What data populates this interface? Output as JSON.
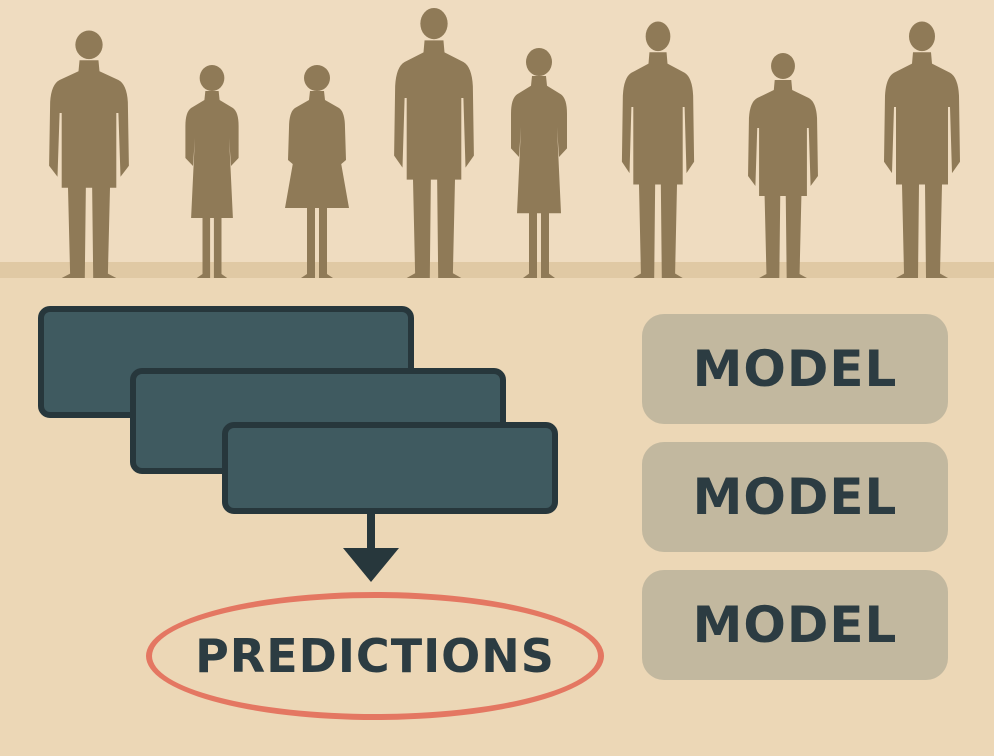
{
  "diagram": {
    "figures": [
      {
        "name": "man",
        "icon": "person-silhouette-icon"
      },
      {
        "name": "woman",
        "icon": "person-silhouette-icon"
      },
      {
        "name": "woman-dress",
        "icon": "person-silhouette-icon"
      },
      {
        "name": "tall-man",
        "icon": "person-silhouette-icon"
      },
      {
        "name": "woman",
        "icon": "person-silhouette-icon"
      },
      {
        "name": "man",
        "icon": "person-silhouette-icon"
      },
      {
        "name": "man",
        "icon": "person-silhouette-icon"
      },
      {
        "name": "man",
        "icon": "person-silhouette-icon"
      }
    ],
    "data_stack_count": 3,
    "output_label": "PREDICTIONS",
    "models": [
      {
        "label": "MODEL"
      },
      {
        "label": "MODEL"
      },
      {
        "label": "MODEL"
      }
    ]
  },
  "colors": {
    "background": "#ecd7b6",
    "silhouette": "#8f7a57",
    "card_fill": "#3f5a60",
    "card_border": "#27373c",
    "oval_outline": "#e47762",
    "model_fill": "#c2b89f",
    "label_text": "#2c3c42"
  }
}
